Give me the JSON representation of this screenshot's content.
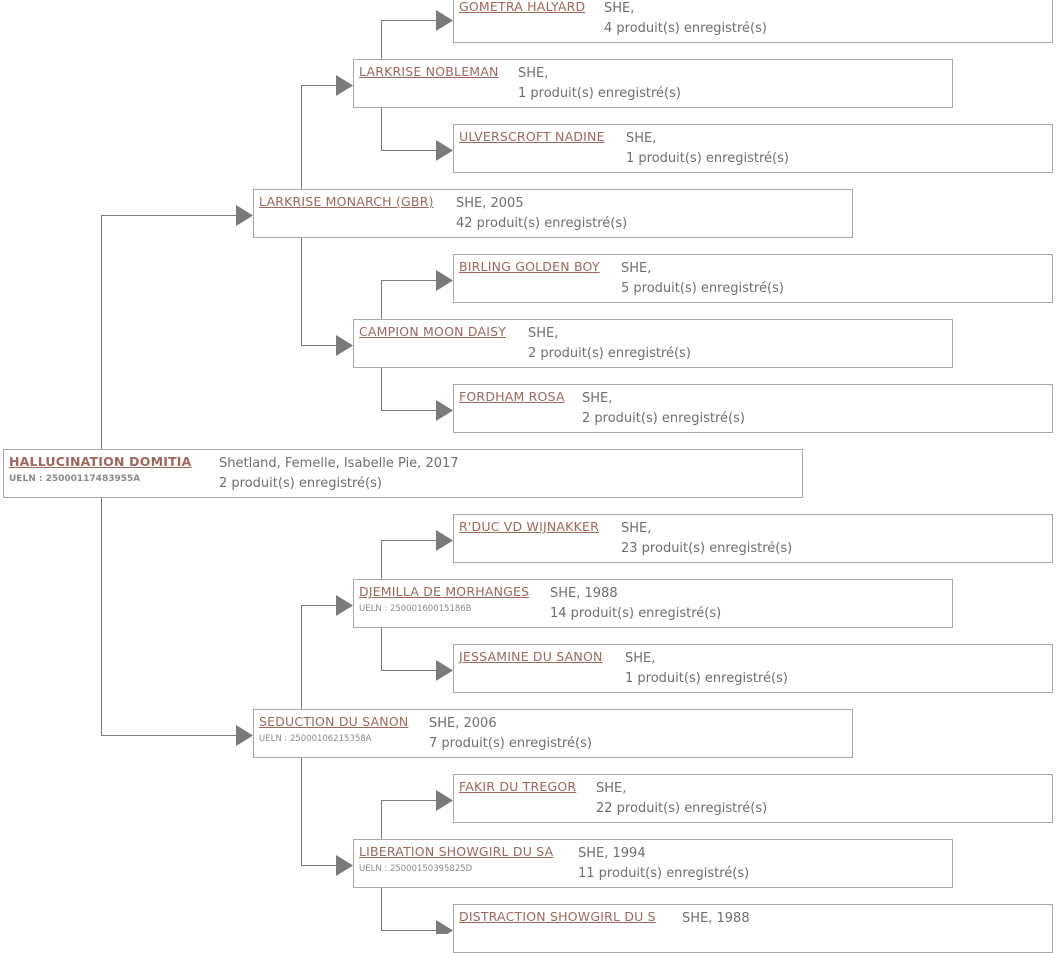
{
  "root": {
    "name": "HALLUCINATION DOMITIA",
    "ueln": "UELN : 25000117483955A",
    "details": "Shetland, Femelle, Isabelle Pie, 2017",
    "produits": "2 produit(s) enregistré(s)"
  },
  "sire": {
    "name": "LARKRISE MONARCH (GBR)",
    "details": "SHE, 2005",
    "produits": "42 produit(s) enregistré(s)"
  },
  "sire_sire": {
    "name": "LARKRISE NOBLEMAN",
    "details": "SHE,",
    "produits": "1 produit(s) enregistré(s)"
  },
  "sire_sire_sire": {
    "name": "GOMETRA HALYARD",
    "details": "SHE,",
    "produits": "4 produit(s) enregistré(s)"
  },
  "sire_sire_dam": {
    "name": "ULVERSCROFT NADINE",
    "details": "SHE,",
    "produits": "1 produit(s) enregistré(s)"
  },
  "sire_dam": {
    "name": "CAMPION MOON DAISY",
    "details": "SHE,",
    "produits": "2 produit(s) enregistré(s)"
  },
  "sire_dam_sire": {
    "name": "BIRLING GOLDEN BOY",
    "details": "SHE,",
    "produits": "5 produit(s) enregistré(s)"
  },
  "sire_dam_dam": {
    "name": "FORDHAM ROSA",
    "details": "SHE,",
    "produits": "2 produit(s) enregistré(s)"
  },
  "dam": {
    "name": "SEDUCTION DU SANON",
    "ueln": "UELN : 25000106215358A",
    "details": "SHE, 2006",
    "produits": "7 produit(s) enregistré(s)"
  },
  "dam_sire": {
    "name": "DJEMILLA DE MORHANGES",
    "ueln": "UELN : 25000160015186B",
    "details": "SHE, 1988",
    "produits": "14 produit(s) enregistré(s)"
  },
  "dam_sire_sire": {
    "name": "R'DUC VD WIJNAKKER",
    "details": "SHE,",
    "produits": "23 produit(s) enregistré(s)"
  },
  "dam_sire_dam": {
    "name": "JESSAMINE DU SANON",
    "details": "SHE,",
    "produits": "1 produit(s) enregistré(s)"
  },
  "dam_dam": {
    "name": "LIBERATION SHOWGIRL DU SA",
    "ueln": "UELN : 25000150395825D",
    "details": "SHE, 1994",
    "produits": "11 produit(s) enregistré(s)"
  },
  "dam_dam_sire": {
    "name": "FAKIR DU TREGOR",
    "details": "SHE,",
    "produits": "22 produit(s) enregistré(s)"
  },
  "dam_dam_dam": {
    "name": "DISTRACTION SHOWGIRL DU S",
    "details": "SHE, 1988",
    "produits": ""
  },
  "colors": {
    "link": "#a0665a",
    "text": "#6e6e6e",
    "border": "#a8a8a8",
    "connector": "#7a7a7a"
  }
}
